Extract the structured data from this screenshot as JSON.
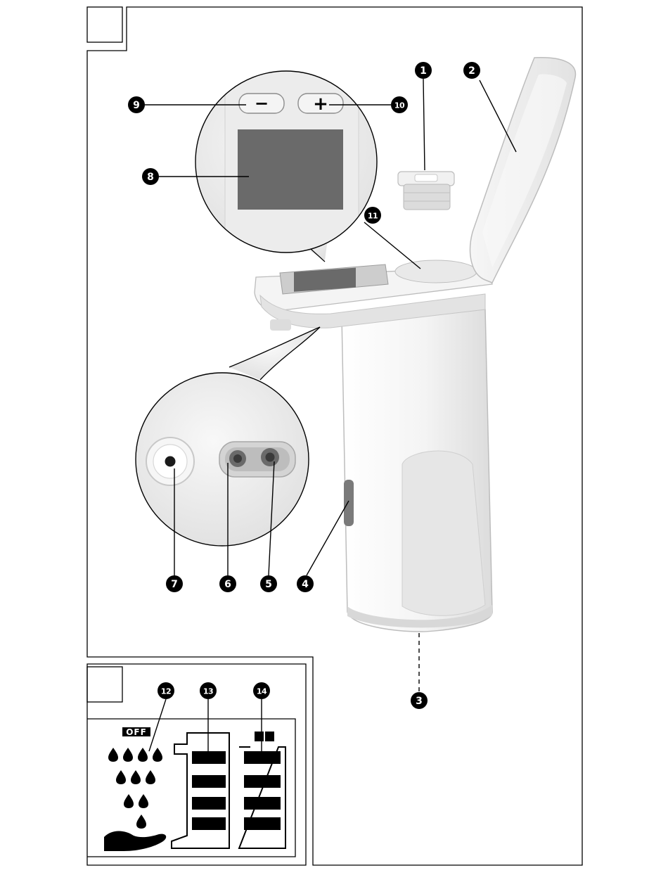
{
  "callouts": [
    {
      "id": "callout-1",
      "label": "1"
    },
    {
      "id": "callout-2",
      "label": "2"
    },
    {
      "id": "callout-3",
      "label": "3"
    },
    {
      "id": "callout-4",
      "label": "4"
    },
    {
      "id": "callout-5",
      "label": "5"
    },
    {
      "id": "callout-6",
      "label": "6"
    },
    {
      "id": "callout-7",
      "label": "7"
    },
    {
      "id": "callout-8",
      "label": "8"
    },
    {
      "id": "callout-9",
      "label": "9"
    },
    {
      "id": "callout-10",
      "label": "10"
    },
    {
      "id": "callout-11",
      "label": "11"
    },
    {
      "id": "callout-12",
      "label": "12"
    },
    {
      "id": "callout-13",
      "label": "13"
    },
    {
      "id": "callout-14",
      "label": "14"
    }
  ],
  "display": {
    "off_label": "OFF",
    "minus_label": "−",
    "plus_label": "+"
  },
  "icons": {
    "drop": "water-drop-icon",
    "hand": "hand-icon",
    "battery": "battery-icon"
  },
  "colors": {
    "ink": "#000000",
    "device_body": "#f2f2f2",
    "device_shadow": "#d6d6d6",
    "lcd_dark": "#6a6a6a",
    "sensor_dark": "#5a5a5a"
  }
}
